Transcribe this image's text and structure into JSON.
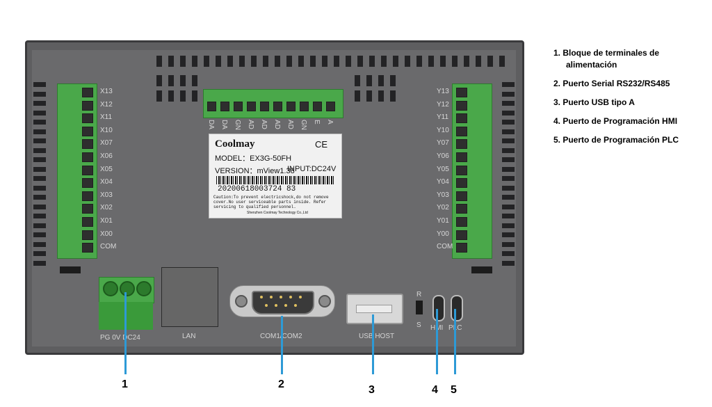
{
  "device": {
    "brand": "Coolmay",
    "model": "MODEL：EX3G-50FH",
    "version": "VERSION：mView1.38",
    "input": "INPUT:DC24V",
    "serial": "20200618003724 83",
    "caution": "Caution:To prevent electricshock,do not remove cover.No user serviceable parts inside. Refer servicing to qualified personnel.",
    "maker": "Shenzhen Coolmay Technology Co.,Ltd",
    "ce": "CE"
  },
  "left_terminals": [
    "X13",
    "X12",
    "X11",
    "X10",
    "X07",
    "X06",
    "X05",
    "X04",
    "X03",
    "X02",
    "X01",
    "X00",
    "COM"
  ],
  "right_terminals": [
    "Y13",
    "Y12",
    "Y11",
    "Y10",
    "Y07",
    "Y06",
    "Y05",
    "Y04",
    "Y03",
    "Y02",
    "Y01",
    "Y00",
    "COM"
  ],
  "top_terminals": [
    "DA",
    "DA",
    "GN",
    "AD",
    "AD",
    "AD",
    "AD",
    "GN",
    "E",
    "A"
  ],
  "ports": {
    "power": "PG  0V  DC24",
    "lan": "LAN",
    "com": "COM1/COM2",
    "usb": "USB HOST",
    "switch_r": "R",
    "switch_s": "S",
    "hmi": "HMI",
    "plc": "PLC"
  },
  "callouts": [
    "1",
    "2",
    "3",
    "4",
    "5"
  ],
  "legend": [
    "1. Bloque de terminales de",
    "alimentación",
    "2. Puerto Serial RS232/RS485",
    "3. Puerto USB tipo A",
    "4. Puerto de Programación HMI",
    "5. Puerto de Programación PLC"
  ],
  "colors": {
    "terminal_green": "#4aa84a",
    "callout_blue": "#2d9ad6",
    "panel": "#5e5e60"
  }
}
